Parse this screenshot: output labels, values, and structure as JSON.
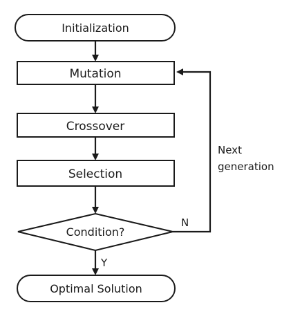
{
  "diagram": {
    "nodes": {
      "initialization": "Initialization",
      "mutation": "Mutation",
      "crossover": "Crossover",
      "selection": "Selection",
      "condition": "Condition?",
      "optimal_solution": "Optimal Solution"
    },
    "edges": {
      "no_label": "N",
      "yes_label": "Y",
      "loop_label_line1": "Next",
      "loop_label_line2": "generation"
    }
  }
}
